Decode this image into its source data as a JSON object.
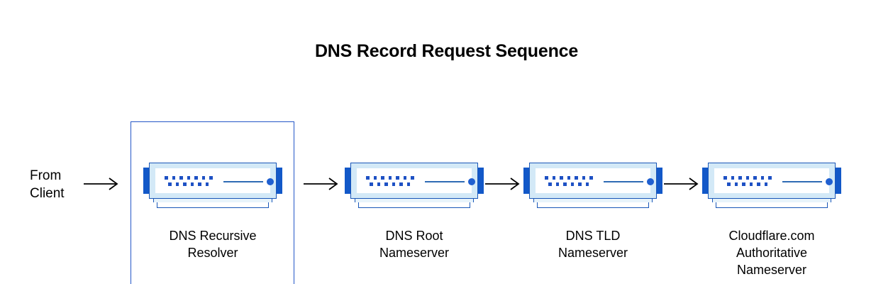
{
  "title": "DNS Record Request Sequence",
  "colors": {
    "accent_blue": "#1258c8",
    "frame_blue": "#1a57b8",
    "panel_light": "#d3e9f7",
    "highlight_border": "#2557c7",
    "text": "#000000",
    "background": "#ffffff"
  },
  "source": {
    "label_lines": [
      "From",
      "Client"
    ]
  },
  "arrows": [
    {
      "name": "arrow-client-to-resolver"
    },
    {
      "name": "arrow-resolver-to-root"
    },
    {
      "name": "arrow-root-to-tld"
    },
    {
      "name": "arrow-tld-to-authoritative"
    }
  ],
  "nodes": [
    {
      "id": "dns-recursive-resolver",
      "caption_lines": [
        "DNS Recursive",
        "Resolver"
      ],
      "highlighted": true,
      "icon": "server-icon"
    },
    {
      "id": "dns-root-nameserver",
      "caption_lines": [
        "DNS Root",
        "Nameserver"
      ],
      "highlighted": false,
      "icon": "server-icon"
    },
    {
      "id": "dns-tld-nameserver",
      "caption_lines": [
        "DNS TLD",
        "Nameserver"
      ],
      "highlighted": false,
      "icon": "server-icon"
    },
    {
      "id": "cloudflare-authoritative-nameserver",
      "caption_lines": [
        "Cloudflare.com",
        "Authoritative",
        "Nameserver"
      ],
      "highlighted": false,
      "icon": "server-icon"
    }
  ]
}
